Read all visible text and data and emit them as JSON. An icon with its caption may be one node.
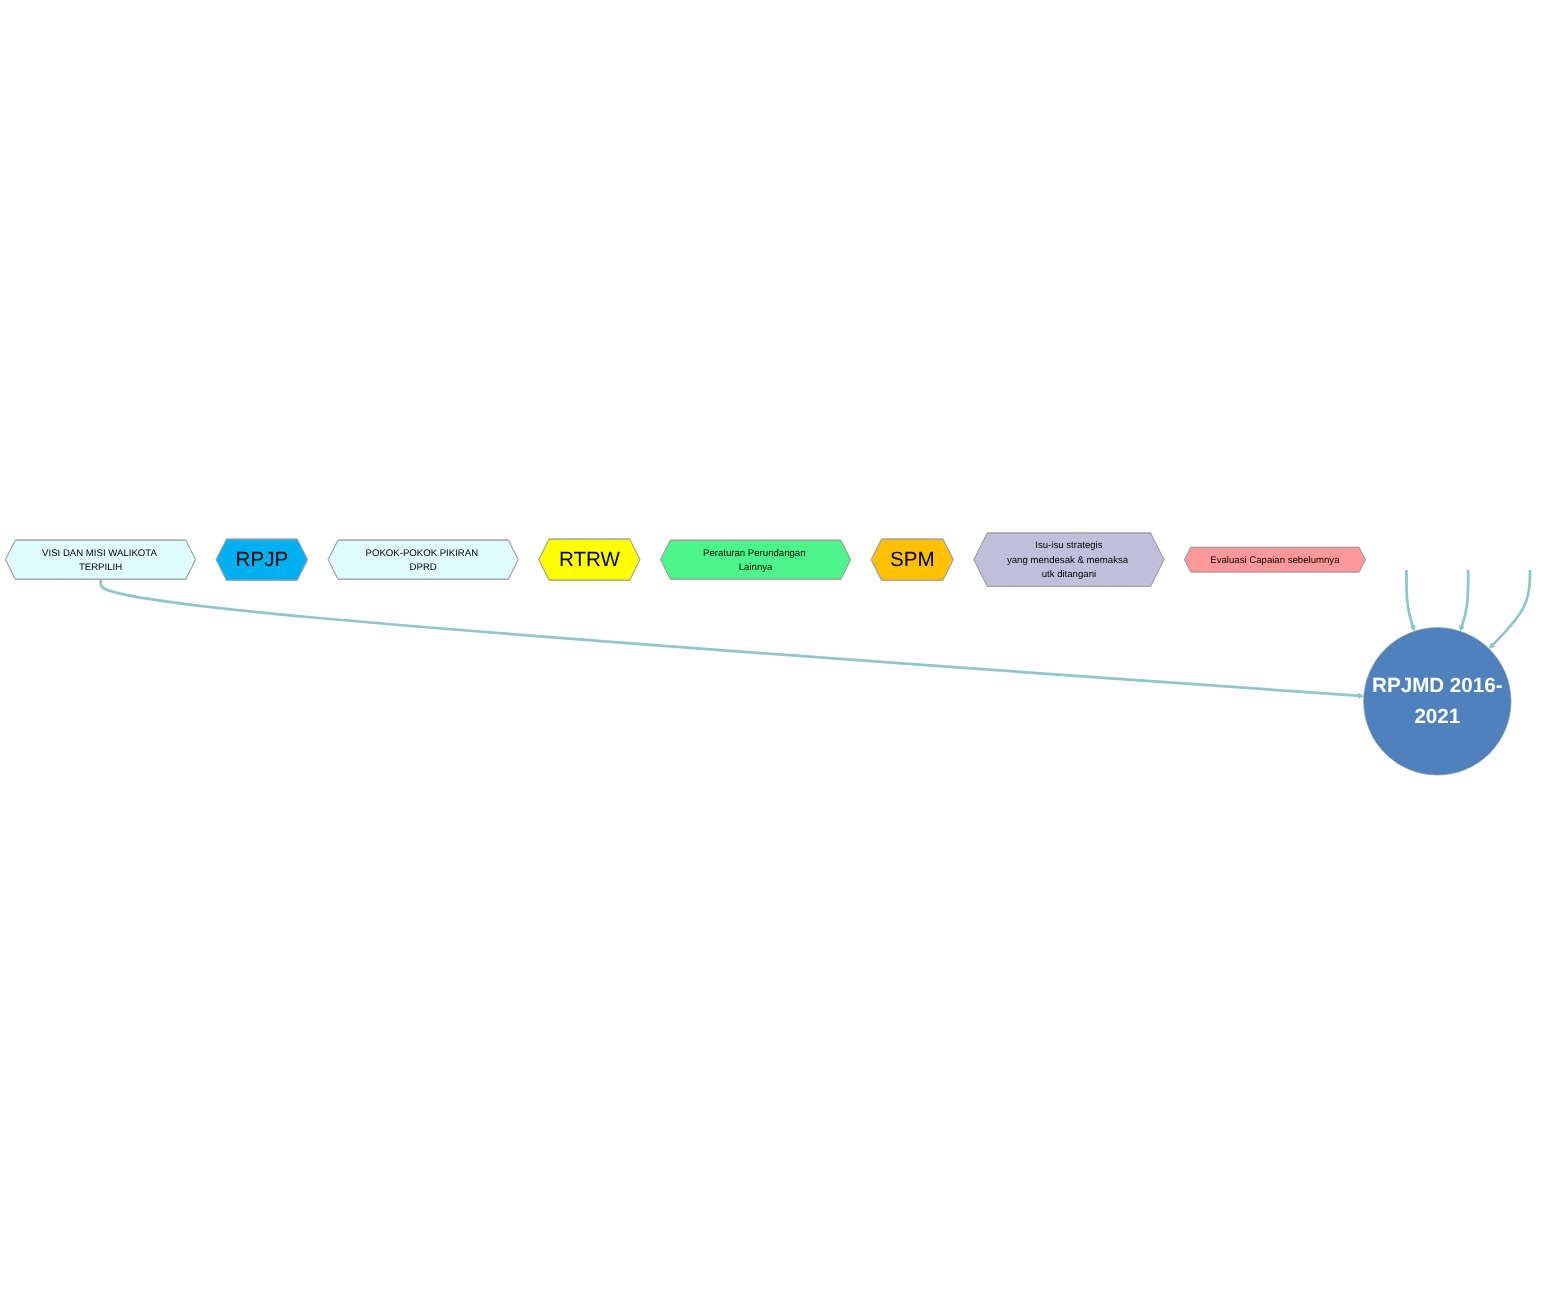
{
  "diagram": {
    "nodes": [
      {
        "text": [
          "VISI DAN MISI WALIKOTA TERPILIH"
        ]
      },
      {
        "text": [
          "RPJMD 2016-2021"
        ]
      },
      {
        "text": [
          "RPJP"
        ]
      },
      {
        "text": [
          "POKOK-POKOK PIKIRAN DPRD"
        ]
      },
      {
        "text": [
          "RTRW"
        ]
      },
      {
        "text": [
          "Peraturan Perundangan Lainnya"
        ]
      },
      {
        "text": [
          "SPM"
        ]
      },
      {
        "text": [
          "Isu-isu strategis",
          "yang mendesak & memaksa utk ditangani"
        ]
      },
      {
        "text": [
          "Evaluasi Capaian sebelumnya"
        ]
      }
    ],
    "edges": [
      {
        "from": 0,
        "to": 1,
        "arrow": "to"
      },
      {
        "from": null,
        "to": 1,
        "arrow": "to"
      },
      {
        "from": null,
        "to": 1,
        "arrow": "to"
      },
      {
        "from": null,
        "to": 1,
        "arrow": "to"
      }
    ]
  }
}
